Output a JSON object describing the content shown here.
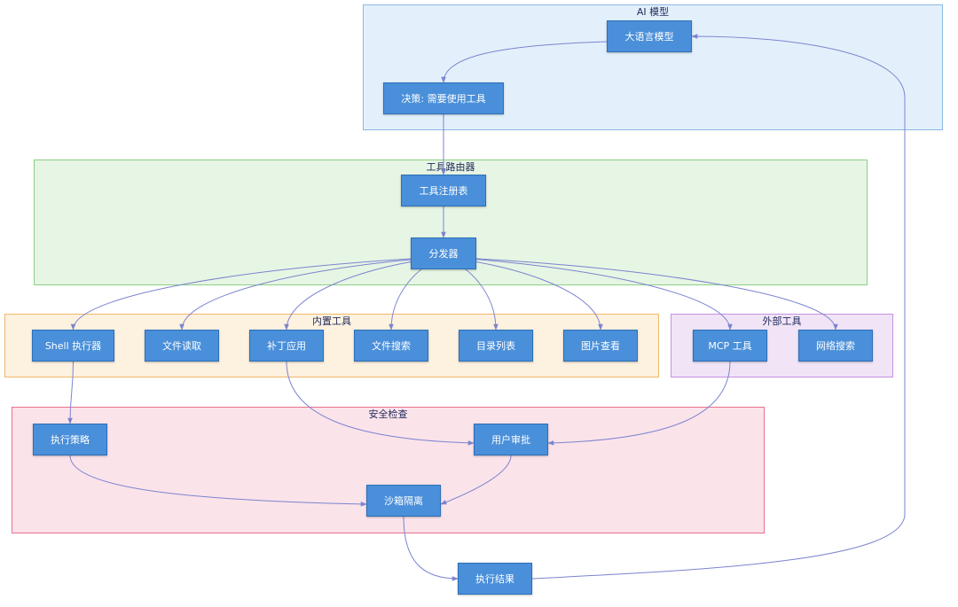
{
  "groups": {
    "ai": "AI 模型",
    "router": "工具路由器",
    "builtin": "内置工具",
    "external": "外部工具",
    "security": "安全检查"
  },
  "nodes": {
    "llm": "大语言模型",
    "decision": "决策: 需要使用工具",
    "registry": "工具注册表",
    "dispatcher": "分发器",
    "shell": "Shell 执行器",
    "file_read": "文件读取",
    "patch": "补丁应用",
    "file_search": "文件搜索",
    "dir_list": "目录列表",
    "image_view": "图片查看",
    "mcp": "MCP 工具",
    "web_search": "网络搜索",
    "exec_policy": "执行策略",
    "user_approval": "用户审批",
    "sandbox": "沙箱隔离",
    "result": "执行结果"
  },
  "colors": {
    "node_fill": "#4a8fd9",
    "edge": "#7b84cf"
  },
  "edges": [
    [
      "llm",
      "decision"
    ],
    [
      "decision",
      "registry"
    ],
    [
      "registry",
      "dispatcher"
    ],
    [
      "dispatcher",
      "shell"
    ],
    [
      "dispatcher",
      "file_read"
    ],
    [
      "dispatcher",
      "patch"
    ],
    [
      "dispatcher",
      "file_search"
    ],
    [
      "dispatcher",
      "dir_list"
    ],
    [
      "dispatcher",
      "image_view"
    ],
    [
      "dispatcher",
      "mcp"
    ],
    [
      "dispatcher",
      "web_search"
    ],
    [
      "shell",
      "exec_policy"
    ],
    [
      "patch",
      "user_approval"
    ],
    [
      "mcp",
      "user_approval"
    ],
    [
      "exec_policy",
      "sandbox"
    ],
    [
      "user_approval",
      "sandbox"
    ],
    [
      "sandbox",
      "result"
    ],
    [
      "result",
      "llm"
    ]
  ]
}
